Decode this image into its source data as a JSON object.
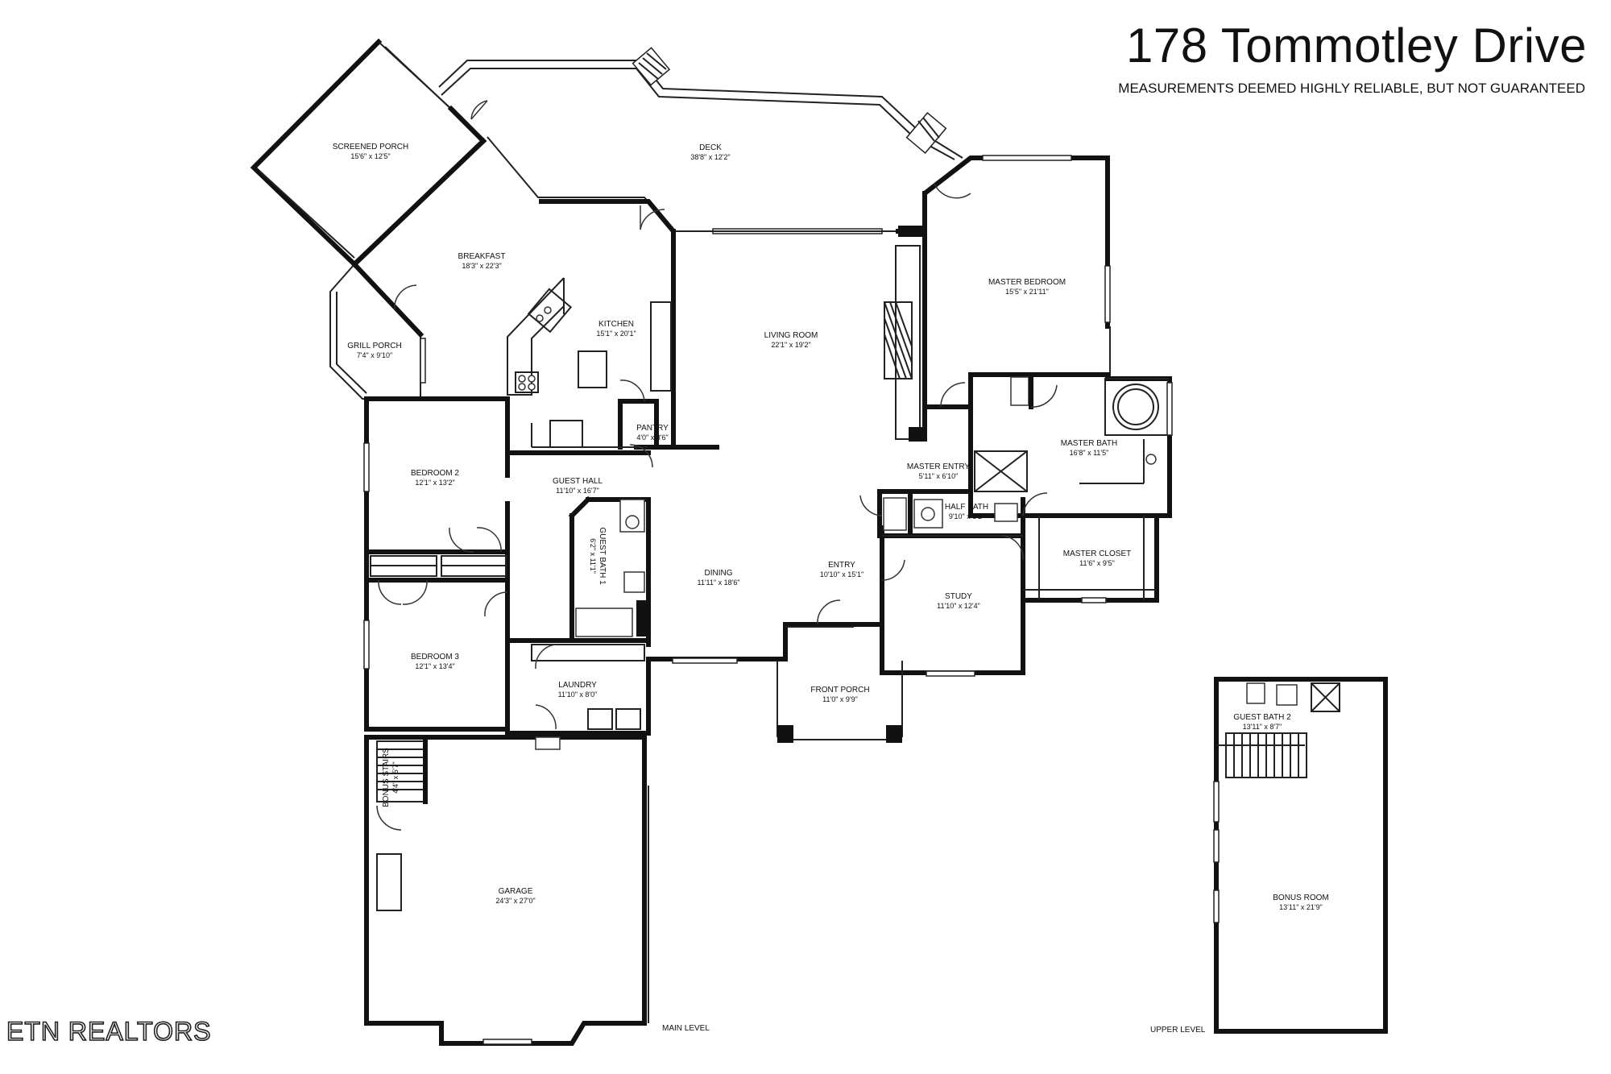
{
  "header": {
    "title": "178 Tommotley Drive",
    "subtitle": "MEASUREMENTS DEEMED HIGHLY RELIABLE, BUT NOT GUARANTEED"
  },
  "brand": "ETN REALTORS",
  "levels": {
    "main": "MAIN LEVEL",
    "upper": "UPPER LEVEL"
  },
  "rooms": {
    "screened_porch": {
      "name": "SCREENED PORCH",
      "size": "15'6\" x 12'5\""
    },
    "deck": {
      "name": "DECK",
      "size": "38'8\" x 12'2\""
    },
    "breakfast": {
      "name": "BREAKFAST",
      "size": "18'3\" x 22'3\""
    },
    "grill_porch": {
      "name": "GRILL PORCH",
      "size": "7'4\" x 9'10\""
    },
    "kitchen": {
      "name": "KITCHEN",
      "size": "15'1\" x 20'1\""
    },
    "living_room": {
      "name": "LIVING ROOM",
      "size": "22'1\" x 19'2\""
    },
    "master_bedroom": {
      "name": "MASTER BEDROOM",
      "size": "15'5\" x 21'11\""
    },
    "pantry": {
      "name": "PANTRY",
      "size": "4'0\" x 3'6\""
    },
    "master_bath": {
      "name": "MASTER BATH",
      "size": "16'8\" x 11'5\""
    },
    "bedroom_2": {
      "name": "BEDROOM 2",
      "size": "12'1\" x 13'2\""
    },
    "guest_hall": {
      "name": "GUEST HALL",
      "size": "11'10\" x 16'7\""
    },
    "master_entry": {
      "name": "MASTER ENTRY",
      "size": "5'11\" x 6'10\""
    },
    "half_bath": {
      "name": "HALF BATH",
      "size": "9'10\" x 3'2\""
    },
    "guest_bath_1": {
      "name": "GUEST BATH 1",
      "size": "6'2\" x 11'1\""
    },
    "master_closet": {
      "name": "MASTER CLOSET",
      "size": "11'6\" x 9'5\""
    },
    "dining": {
      "name": "DINING",
      "size": "11'11\" x 18'6\""
    },
    "entry": {
      "name": "ENTRY",
      "size": "10'10\" x 15'1\""
    },
    "study": {
      "name": "STUDY",
      "size": "11'10\" x 12'4\""
    },
    "bedroom_3": {
      "name": "BEDROOM 3",
      "size": "12'1\" x 13'4\""
    },
    "laundry": {
      "name": "LAUNDRY",
      "size": "11'10\" x 8'0\""
    },
    "front_porch": {
      "name": "FRONT PORCH",
      "size": "11'0\" x 9'9\""
    },
    "bonus_stairs": {
      "name": "BONUS STAIRS",
      "size": "4'4\" x 5'7\""
    },
    "garage": {
      "name": "GARAGE",
      "size": "24'3\" x 27'0\""
    },
    "guest_bath_2": {
      "name": "GUEST BATH 2",
      "size": "13'11\" x 8'7\""
    },
    "bonus_room": {
      "name": "BONUS ROOM",
      "size": "13'11\" x 21'9\""
    }
  }
}
